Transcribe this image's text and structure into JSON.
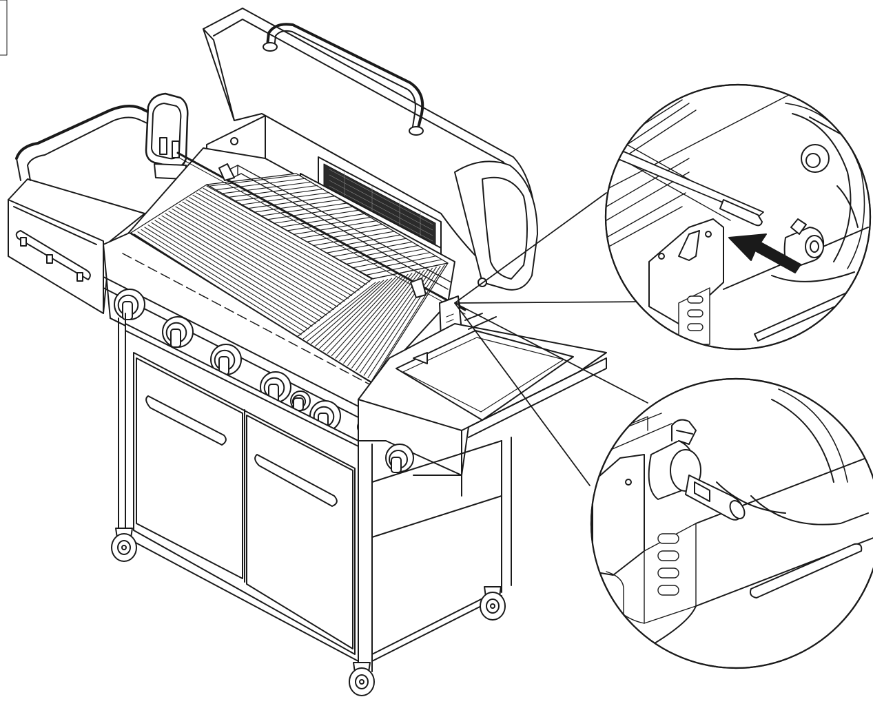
{
  "diagram": {
    "brand_badge_text": "",
    "colors": {
      "line": "#1a1a1a",
      "fill": "#ffffff",
      "light_fill": "#f2f2f2",
      "burner_shield": "#3a3a3a"
    },
    "callouts": [
      {
        "name": "rotisserie-spit-insertion-detail",
        "icon": "arrow-icon"
      },
      {
        "name": "rotisserie-spit-locking-detail",
        "icon": "thumbscrew-icon"
      }
    ],
    "components": {
      "control_knobs": 6,
      "side_burner_knob": 1,
      "cabinet_doors": 2,
      "caster_wheels": 4,
      "warming_rack": 1,
      "rotisserie_motor": 1,
      "rear_infrared_burner": 1
    }
  }
}
